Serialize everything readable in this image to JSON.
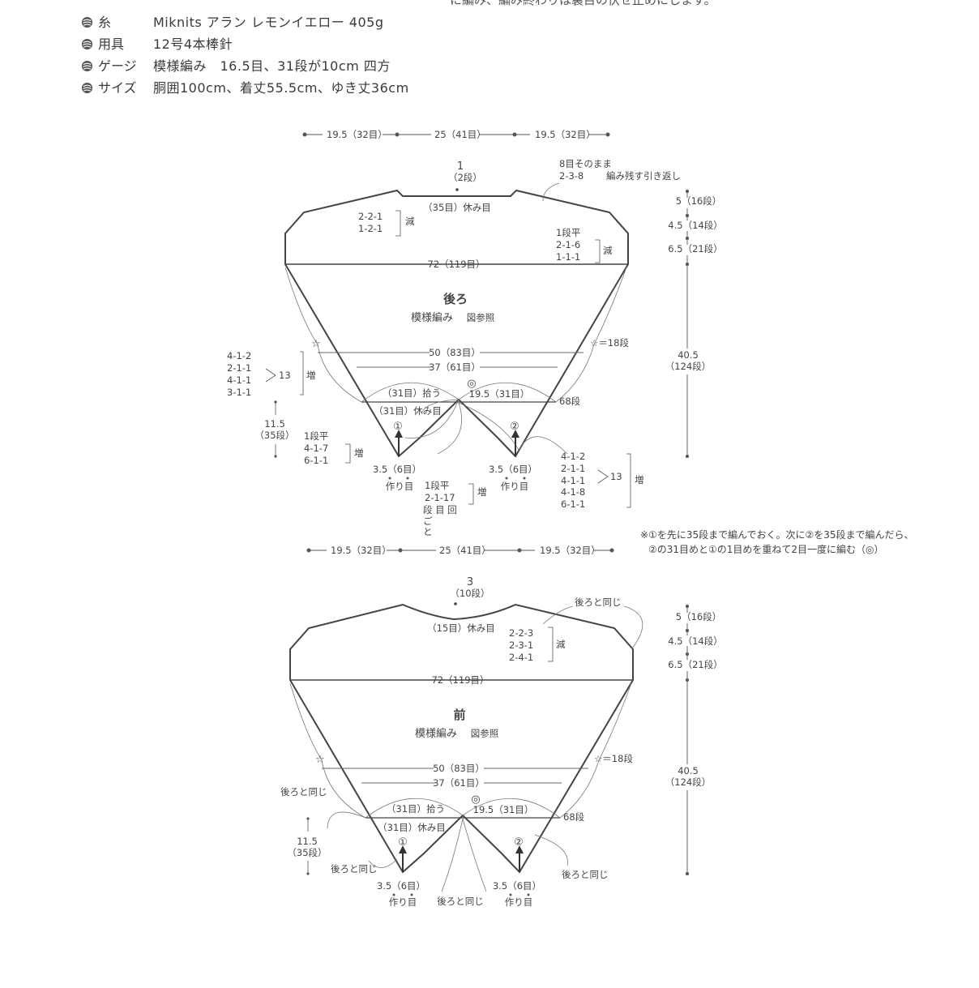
{
  "header_note": "に編み、編み終わりは裏目の伏せ止めにします。",
  "specs": [
    {
      "label": "糸",
      "value": "Miknits アラン レモンイエロー 405g"
    },
    {
      "label": "用具",
      "value": "12号4本棒針"
    },
    {
      "label": "ゲージ",
      "value": "模様編み　16.5目、31段が10cm 四方"
    },
    {
      "label": "サイズ",
      "value": "胴囲100cm、着丈55.5cm、ゆき丈36cm"
    }
  ],
  "back": {
    "title": "後ろ",
    "subtitle": "模様編み",
    "ref": "図参照",
    "top_left": "19.5（32目）",
    "top_mid": "25（41目）",
    "top_right": "19.5（32目）",
    "neck_top": "1",
    "neck_rows": "（2段）",
    "neck_bind": "（35目）休み目",
    "shoulder_a": "8目そのまま",
    "shoulder_b": "2-3-8",
    "shoulder_c": "編み残す引き返し",
    "ldec1": "2-2-1",
    "ldec2": "1-2-1",
    "dec": "減",
    "rdec0": "1段平",
    "rdec1": "2-1-6",
    "rdec2": "1-1-1",
    "v1": "5（16段）",
    "v2": "4.5（14段）",
    "v3": "6.5（21段）",
    "v4a": "40.5",
    "v4b": "（124段）",
    "w72": "72（119目）",
    "w50": "50（83目）",
    "w37": "37（61目）",
    "star_note": "☆＝18段",
    "pick": "（31目）拾う",
    "rest": "（31目）休み目",
    "r195": "19.5（31目）",
    "rows68": "68段",
    "circ": "◎",
    "n1": "①",
    "n2": "②",
    "inc_l": [
      "4-1-2",
      "2-1-1",
      "4-1-1",
      "3-1-1"
    ],
    "inc13": "13",
    "inc": "増",
    "h1": "11.5",
    "h2": "（35段）",
    "b1": "1段平",
    "b2": "4-1-7",
    "b3": "6-1-1",
    "foot_l": "3.5（6目）",
    "foot_r": "3.5（6目）",
    "cast": "作り目",
    "c1": "1段平",
    "c2": "2-1-17",
    "c3": "段 目 回",
    "c4": "ご",
    "c5": "と",
    "inc_r": [
      "4-1-2",
      "2-1-1",
      "4-1-1",
      "4-1-8",
      "6-1-1"
    ]
  },
  "note_line1": "※①を先に35段まで編んでおく。次に②を35段まで編んだら、",
  "note_line2": "②の31目めと①の1目めを重ねて2目一度に編む（◎）",
  "front": {
    "title": "前",
    "subtitle": "模様編み",
    "ref": "図参照",
    "top_left": "19.5（32目）",
    "top_mid": "25（41目）",
    "top_right": "19.5（32目）",
    "neck_top": "3",
    "neck_rows": "（10段）",
    "neck_bind": "（15目）休み目",
    "same": "後ろと同じ",
    "ndec": [
      "2-2-3",
      "2-3-1",
      "2-4-1"
    ],
    "dec": "減",
    "v1": "5（16段）",
    "v2": "4.5（14段）",
    "v3": "6.5（21段）",
    "v4a": "40.5",
    "v4b": "（124段）",
    "w72": "72（119目）",
    "w50": "50（83目）",
    "w37": "37（61目）",
    "star_note": "☆＝18段",
    "pick": "（31目）拾う",
    "rest": "（31目）休み目",
    "r195": "19.5（31目）",
    "rows68": "68段",
    "circ": "◎",
    "n1": "①",
    "n2": "②",
    "h1": "11.5",
    "h2": "（35段）",
    "foot_l": "3.5（6目）",
    "foot_r": "3.5（6目）",
    "cast": "作り目"
  }
}
